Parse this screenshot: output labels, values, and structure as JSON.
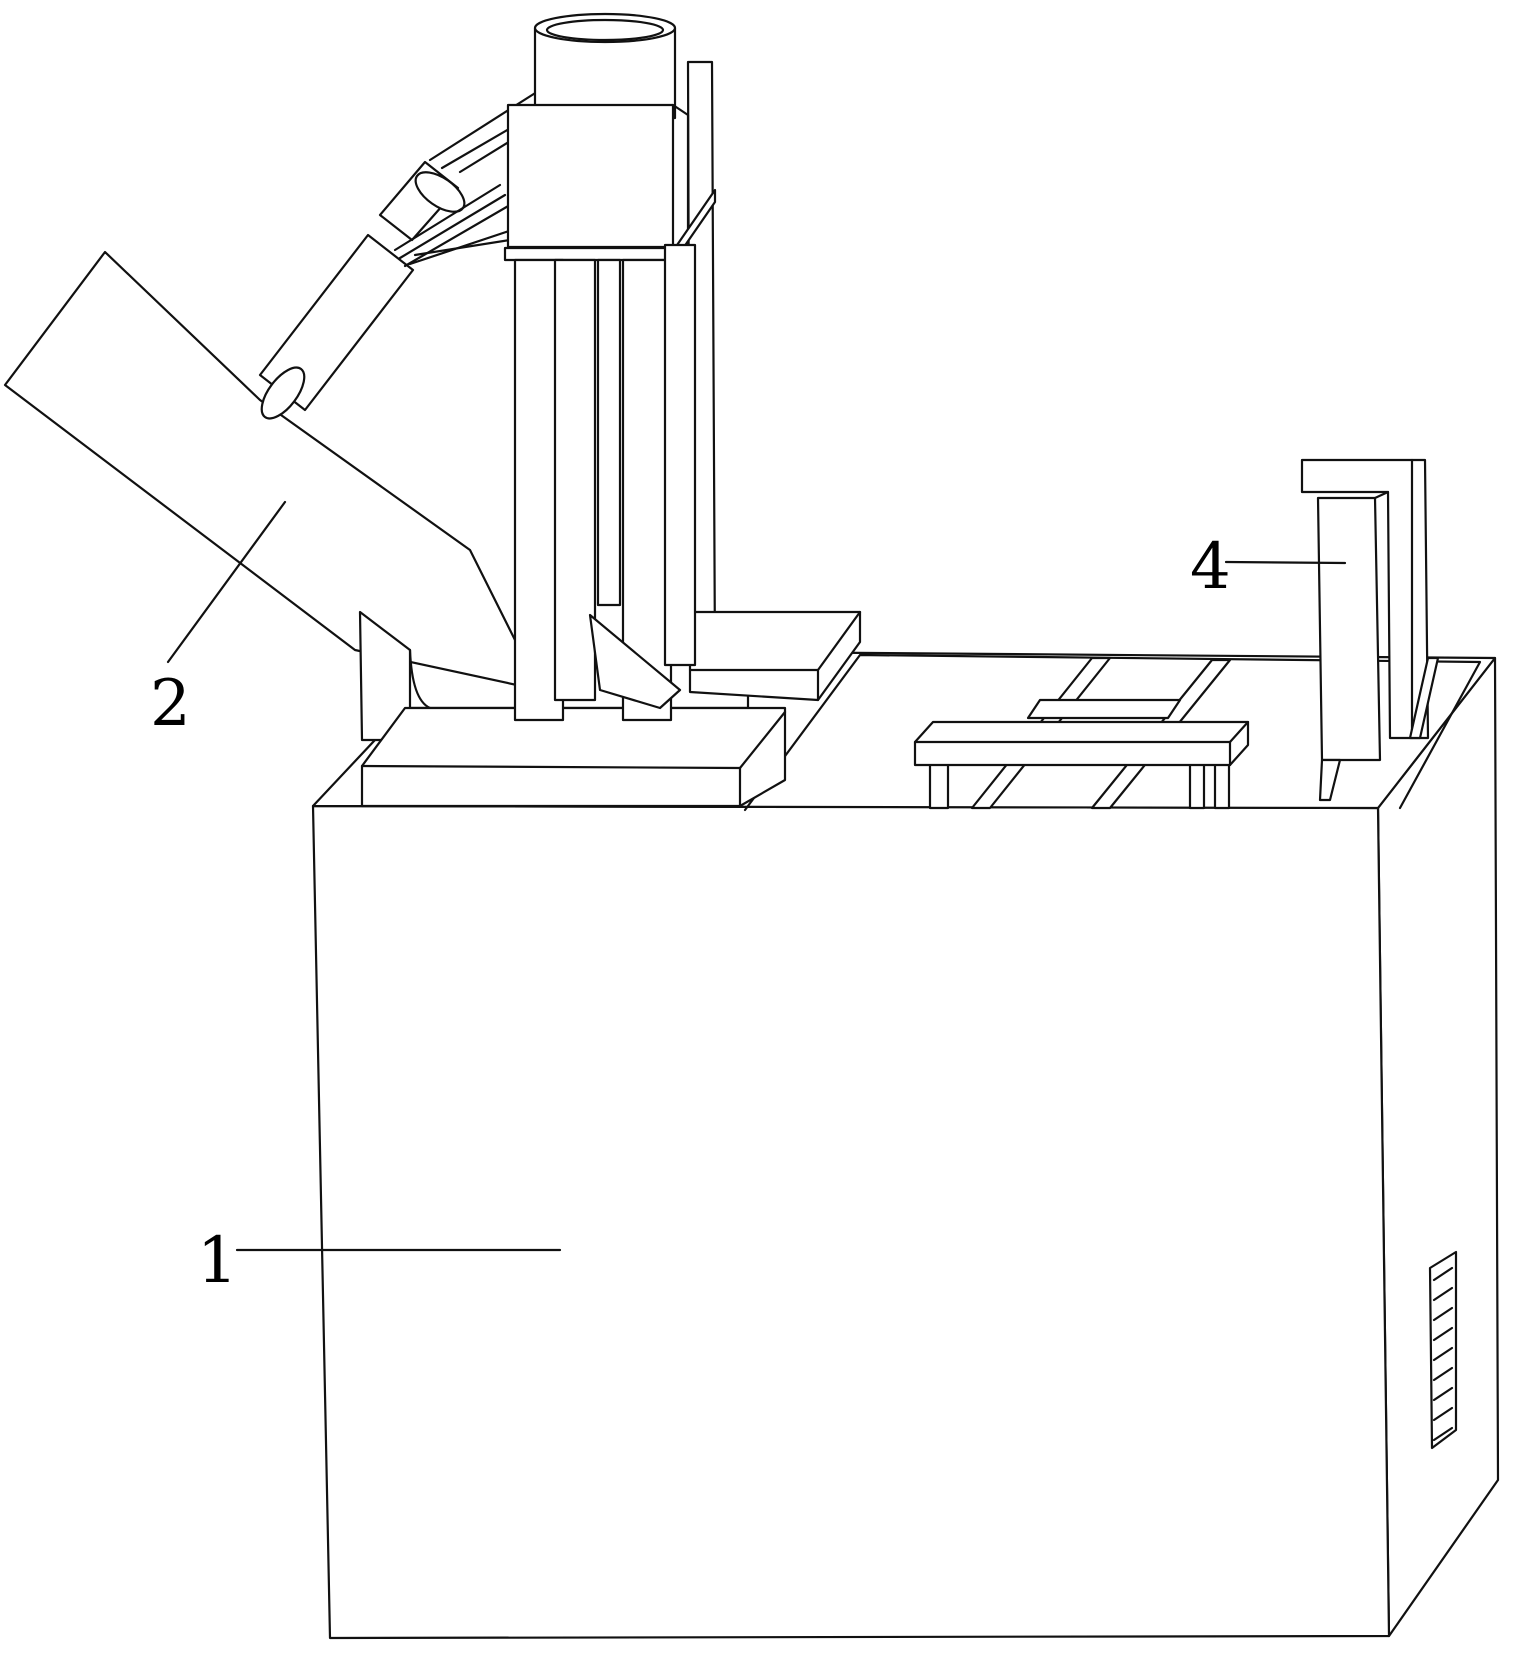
{
  "labels": [
    {
      "id": "1",
      "text": "1"
    },
    {
      "id": "2",
      "text": "2"
    },
    {
      "id": "4",
      "text": "4"
    }
  ],
  "colors": {
    "line": "#111111",
    "background": "#ffffff"
  }
}
